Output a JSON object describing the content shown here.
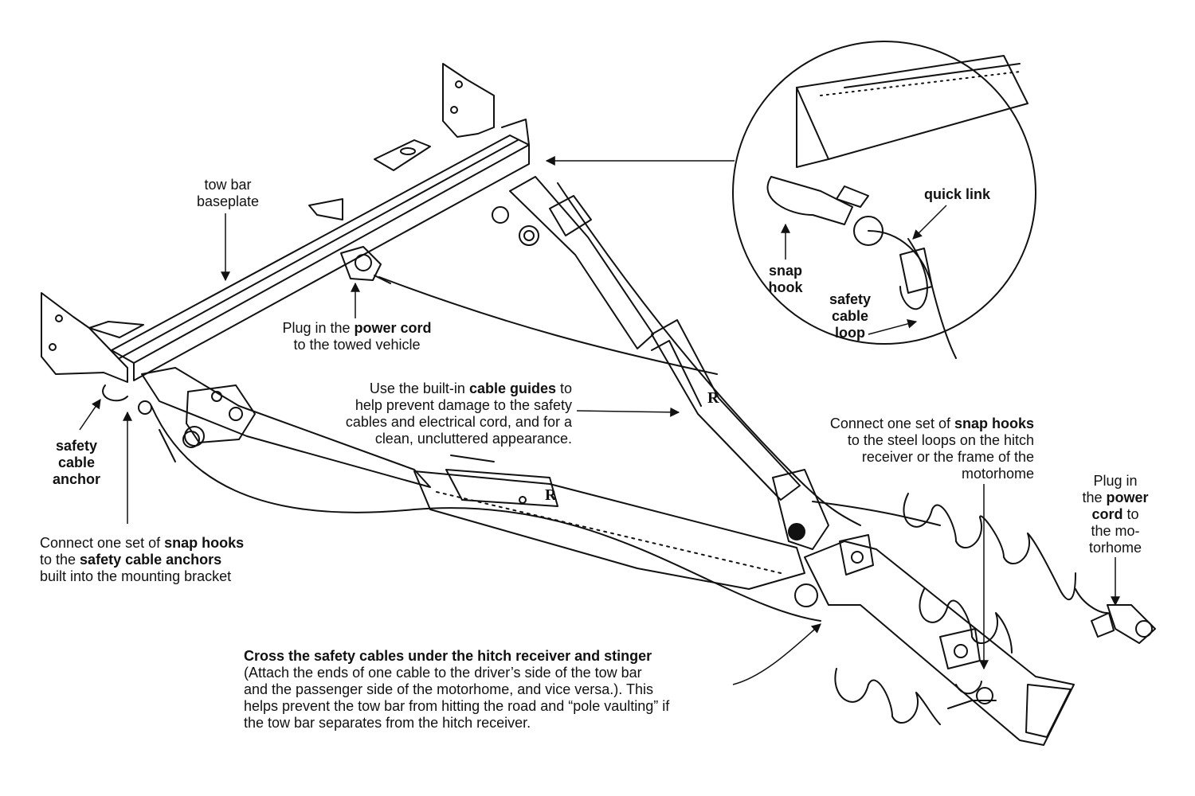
{
  "labels": {
    "baseplate": {
      "l1": "tow bar",
      "l2": "baseplate"
    },
    "power_vehicle": {
      "pre": "Plug in the ",
      "bold": "power cord",
      "l2": "to the towed vehicle"
    },
    "cable_guides": {
      "pre": "Use the built-in ",
      "bold": "cable guides",
      "post": " to",
      "l2": "help prevent damage to the safety",
      "l3": "cables and electrical cord, and for a",
      "l4": "clean, uncluttered appearance."
    },
    "anchor": {
      "l1": "safety",
      "l2": "cable",
      "l3": "anchor"
    },
    "connect_anchors": {
      "l1_pre": "Connect one set of ",
      "l1_bold": "snap hooks",
      "l2_pre": "to the ",
      "l2_bold": "safety cable anchors",
      "l3": "built into the mounting bracket"
    },
    "connect_loops": {
      "l1_pre": "Connect one set of ",
      "l1_bold": "snap hooks",
      "l2": "to the steel loops on the hitch",
      "l3": "receiver or the frame of the",
      "l4": "motorhome"
    },
    "power_motorhome": {
      "l1": "Plug in",
      "l2_pre": "the ",
      "l2_bold": "power",
      "l3_bold": "cord",
      "l3_post": " to",
      "l4": "the mo-",
      "l5": "torhome"
    },
    "quick_link": "quick link",
    "snap_hook": {
      "l1": "snap",
      "l2": "hook"
    },
    "cable_loop": {
      "l1": "safety",
      "l2": "cable",
      "l3": "loop"
    },
    "cross_cables": {
      "bold": "Cross the safety cables under the hitch receiver and stinger",
      "l2": "(Attach the ends of one cable to the driver’s side of the tow bar",
      "l3": "and the passenger side of the motorhome, and vice versa.). This",
      "l4": "helps prevent the tow bar from hitting the road and “pole vaulting” if",
      "l5": "the tow bar separates from the hitch receiver."
    },
    "logo_letter": "R"
  }
}
